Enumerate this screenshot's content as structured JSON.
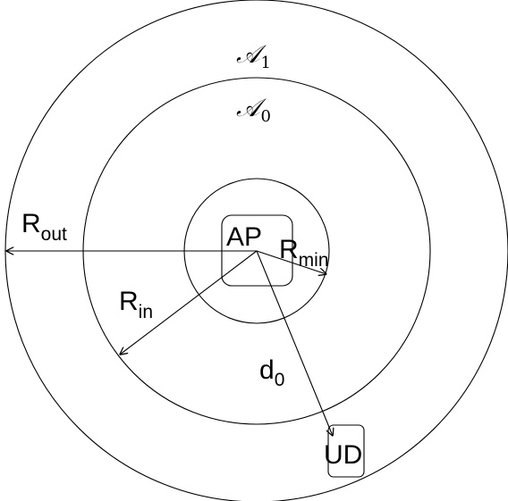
{
  "regions": {
    "outer": {
      "letter": "𝒜",
      "sub": "1"
    },
    "inner": {
      "letter": "𝒜",
      "sub": "0"
    }
  },
  "nodes": {
    "access_point": "AP",
    "user_device": "UD"
  },
  "radii": {
    "outer": {
      "base": "R",
      "sub": "out"
    },
    "inner": {
      "base": "R",
      "sub": "in"
    },
    "min": {
      "base": "R",
      "sub": "min"
    }
  },
  "distance": {
    "base": "d",
    "sub": "0"
  }
}
